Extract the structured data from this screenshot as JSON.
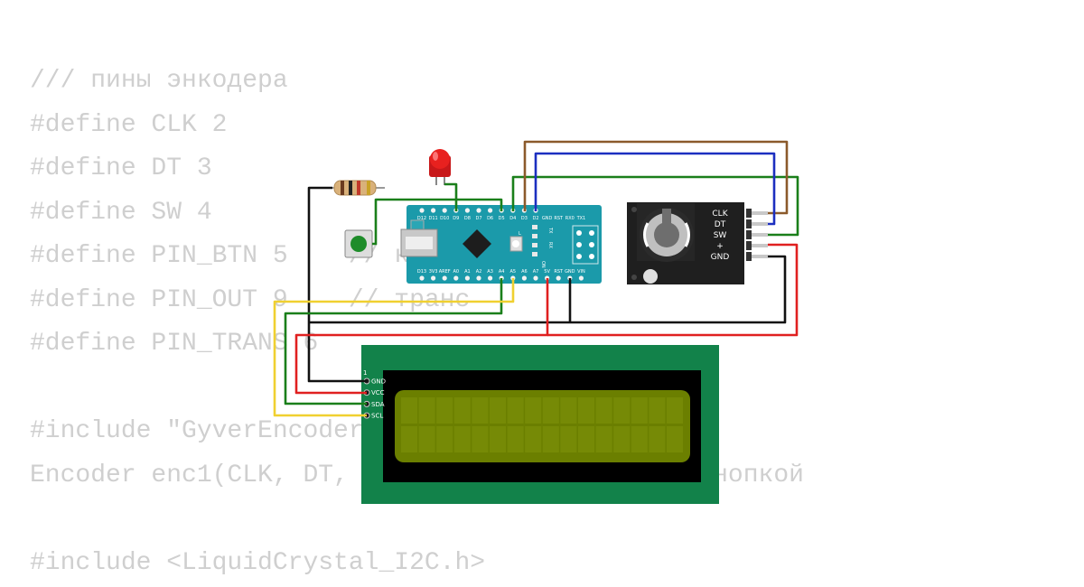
{
  "code_lines": [
    "/// пины энкодера",
    "#define CLK 2",
    "#define DT 3",
    "#define SW 4",
    "#define PIN_BTN 5    // кнопка",
    "#define PIN_OUT 9    // транс",
    "#define PIN_TRANS 6",
    "",
    "#include \"GyverEncoder.h\"",
    "Encoder enc1(CLK, DT, SW);  // для работы c кнопкой",
    "",
    "#include <LiquidCrystal_I2C.h>"
  ],
  "nano": {
    "top_pins": [
      "D12",
      "D11",
      "D10",
      "D9",
      "D8",
      "D7",
      "D6",
      "D5",
      "D4",
      "D3",
      "D2",
      "GND",
      "RST",
      "RX0",
      "TX1"
    ],
    "bottom_pins": [
      "D13",
      "3V3",
      "AREF",
      "A0",
      "A1",
      "A2",
      "A3",
      "A4",
      "A5",
      "A6",
      "A7",
      "5V",
      "RST",
      "GND",
      "VIN"
    ],
    "led_labels": [
      "L",
      "TX",
      "RX",
      "ON"
    ]
  },
  "encoder": {
    "pins": [
      "CLK",
      "DT",
      "SW",
      "+",
      "GND"
    ]
  },
  "lcd": {
    "pin1_label": "1",
    "pins": [
      "GND",
      "VCC",
      "SDA",
      "SCL"
    ]
  },
  "colors": {
    "background": "#ffffff",
    "code_text": "#cfcfcf",
    "nano_board": "#1b9aaa",
    "lcd_pcb": "#12824a",
    "lcd_screen": "#6b7f00",
    "encoder_body": "#1f1f1f",
    "led": "#e8211f",
    "button_cap": "#1e8c2a",
    "wire_black": "#111111",
    "wire_green": "#1a7f1a",
    "wire_red": "#e02020",
    "wire_yellow": "#f0d030",
    "wire_brown": "#8b5a2b",
    "wire_blue": "#1c2fc0"
  }
}
